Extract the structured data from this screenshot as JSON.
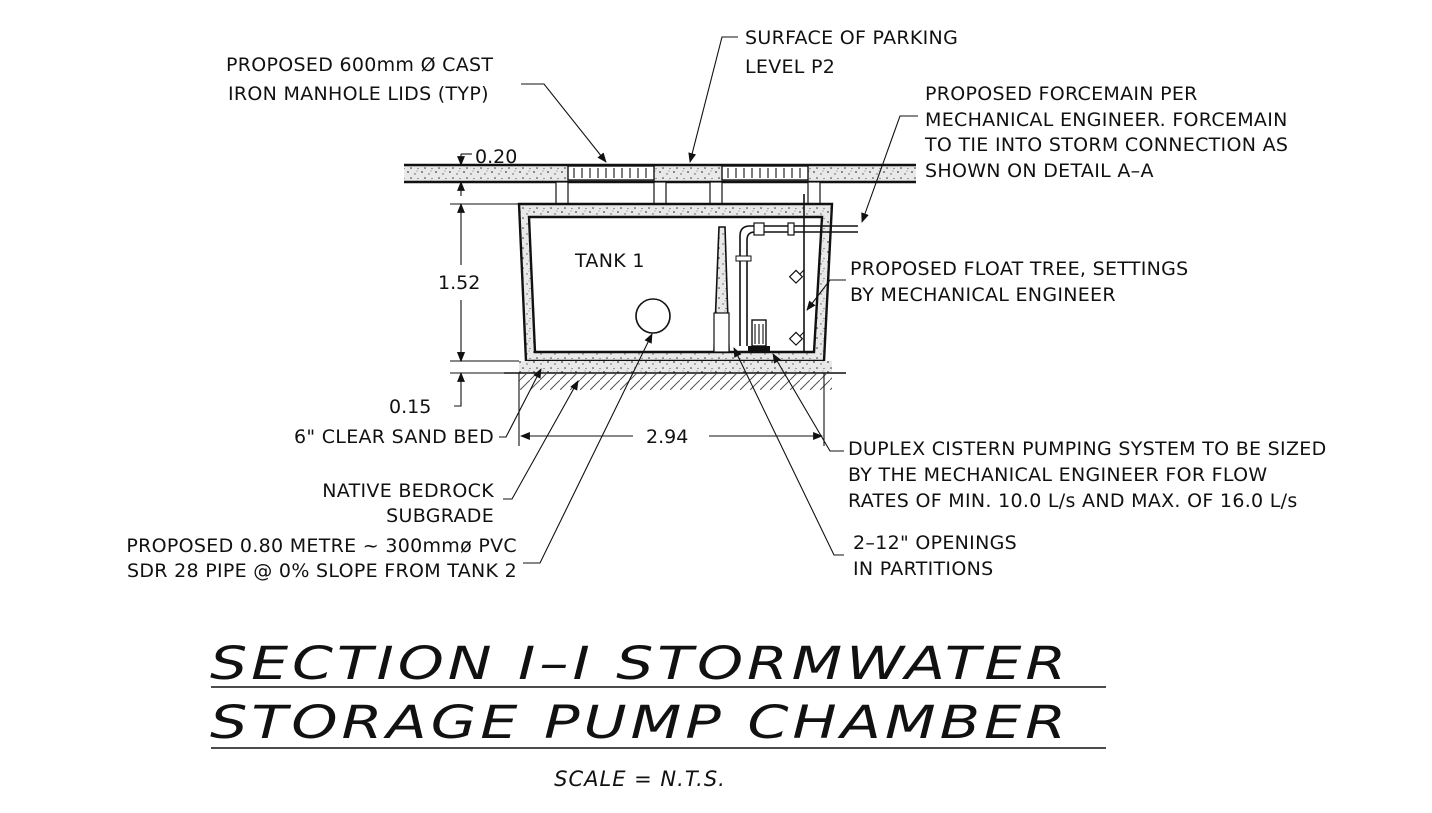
{
  "notes": {
    "manhole_l1": "PROPOSED 600mm Ø CAST",
    "manhole_l2": "IRON MANHOLE LIDS (TYP)",
    "surface_l1": "SURFACE OF PARKING",
    "surface_l2": "LEVEL P2",
    "forcemain_l1": "PROPOSED FORCEMAIN PER",
    "forcemain_l2": "MECHANICAL ENGINEER. FORCEMAIN",
    "forcemain_l3": "TO TIE INTO STORM CONNECTION AS",
    "forcemain_l4": "SHOWN ON DETAIL A–A",
    "float_l1": "PROPOSED FLOAT TREE, SETTINGS",
    "float_l2": "BY MECHANICAL ENGINEER",
    "tank_label": "TANK 1",
    "sand_bed": "6\" CLEAR SAND BED",
    "bedrock_l1": "NATIVE BEDROCK",
    "bedrock_l2": "SUBGRADE",
    "pipe_l1": "PROPOSED 0.80 METRE ~ 300mmø PVC",
    "pipe_l2": "SDR 28 PIPE @ 0% SLOPE FROM TANK 2",
    "duplex_l1": "DUPLEX CISTERN PUMPING SYSTEM TO BE SIZED",
    "duplex_l2": "BY THE MECHANICAL ENGINEER FOR FLOW",
    "duplex_l3": "RATES OF MIN. 10.0 L/s AND MAX. OF 16.0 L/s",
    "openings_l1": "2–12\" OPENINGS",
    "openings_l2": "IN PARTITIONS"
  },
  "dimensions": {
    "slab": "0.20",
    "height": "1.52",
    "base": "0.15",
    "width": "2.94"
  },
  "title": {
    "line1": "SECTION I–I STORMWATER",
    "line2": "STORAGE PUMP CHAMBER",
    "scale": "SCALE = N.T.S."
  }
}
